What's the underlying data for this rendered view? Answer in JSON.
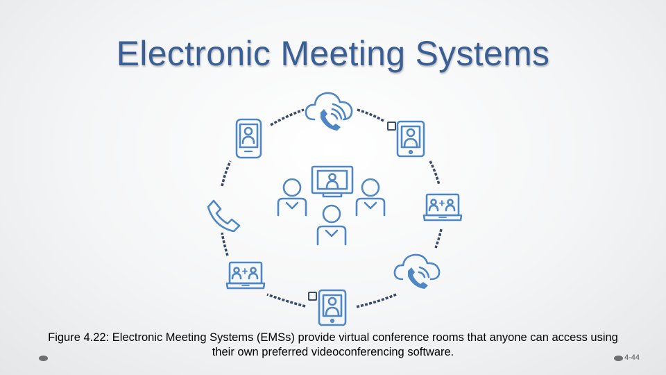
{
  "slide": {
    "title": "Electronic Meeting Systems",
    "caption_line1": "Figure 4.22: Electronic Meeting Systems (EMSs) provide virtual conference rooms that anyone can access using",
    "caption_line2": "their own preferred videoconferencing software.",
    "page_number": "4-44"
  },
  "diagram": {
    "icons": [
      "cloud-phone-icon",
      "tablet-user-icon",
      "laptop-conference-icon",
      "cloud-phone-icon",
      "tablet-user-icon",
      "laptop-conference-icon",
      "phone-handset-icon",
      "smartphone-user-icon",
      "meeting-group-icon"
    ]
  },
  "colors": {
    "title": "#3a5f95",
    "icon_stroke": "#4f86c6",
    "dash": "#3b4a66"
  }
}
